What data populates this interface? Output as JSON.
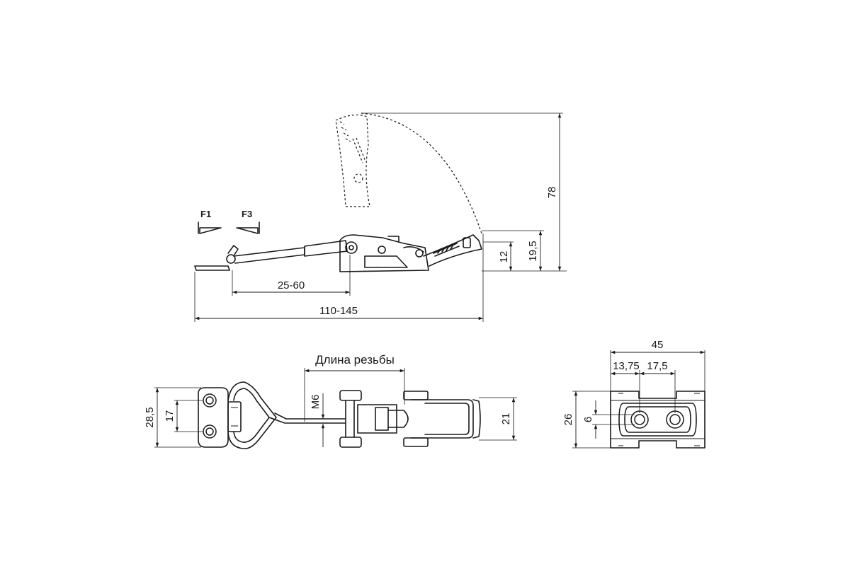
{
  "diagram": {
    "forces": {
      "f1": "F1",
      "f3": "F3"
    },
    "side_view": {
      "dim_height_total": "78",
      "dim_height_mid": "19,5",
      "dim_height_low": "12",
      "dim_adjust": "25-60",
      "dim_length": "110-145"
    },
    "top_view": {
      "thread_length_label": "Длина резьбы",
      "thread_size": "M6",
      "dim_plate_height": "28,5",
      "dim_hole_spacing": "17",
      "dim_body_width": "21"
    },
    "end_view": {
      "dim_width": "45",
      "dim_offset_a": "13,75",
      "dim_offset_b": "17,5",
      "dim_height": "26",
      "dim_hole": "6"
    }
  }
}
